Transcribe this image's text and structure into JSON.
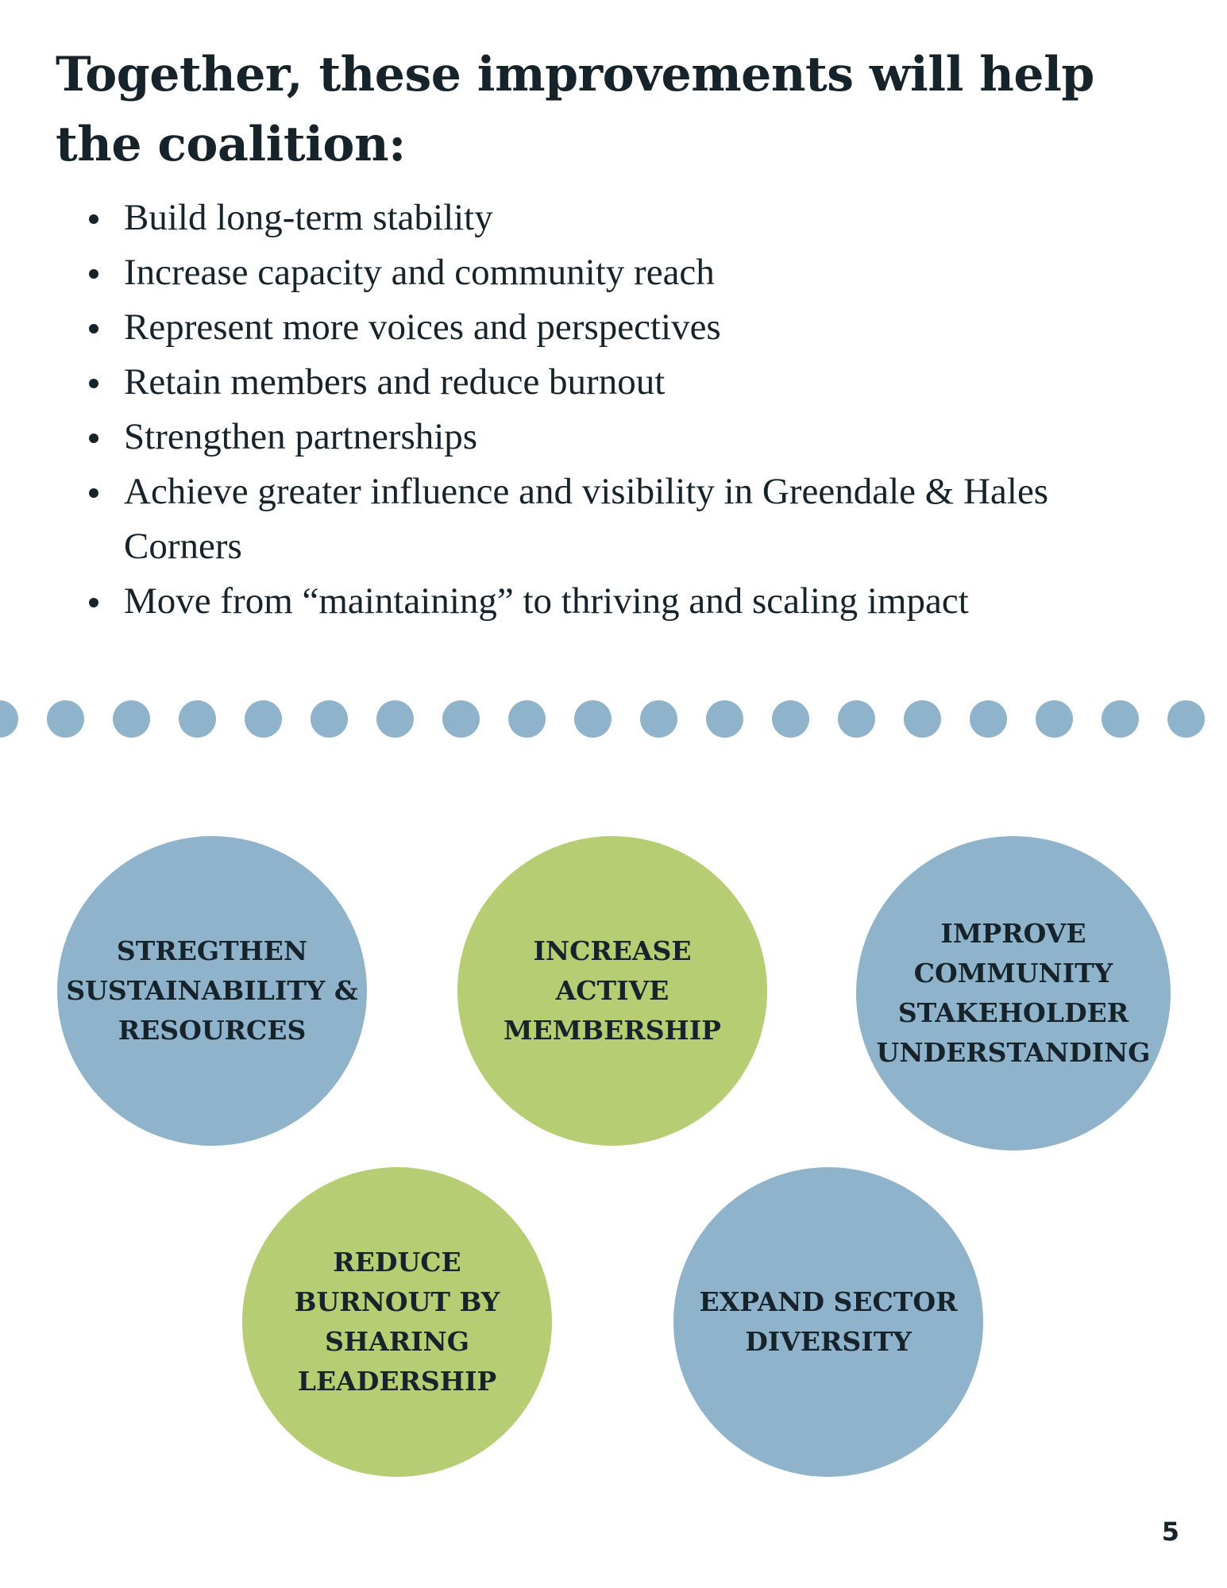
{
  "heading": "Together, these improvements will help the coalition:",
  "bullets": [
    "Build long-term stability",
    "Increase capacity and community reach",
    "Represent more voices and perspectives",
    "Retain members and reduce burnout",
    "Strengthen partnerships",
    "Achieve greater influence and visibility in Greendale & Hales Corners",
    "Move from “maintaining” to thriving and scaling impact"
  ],
  "colors": {
    "blue": "#8fb3cb",
    "green": "#b6cd73",
    "text": "#16232a"
  },
  "circles": [
    {
      "label": "STREGTHEN\nSUSTAINABILITY &\nRESOURCES",
      "color": "blue"
    },
    {
      "label": "INCREASE\nACTIVE\nMEMBERSHIP",
      "color": "green"
    },
    {
      "label": "IMPROVE\nCOMMUNITY\nSTAKEHOLDER\nUNDERSTANDING",
      "color": "blue"
    },
    {
      "label": "REDUCE\nBURNOUT BY\nSHARING\nLEADERSHIP",
      "color": "green"
    },
    {
      "label": "EXPAND SECTOR\nDIVERSITY",
      "color": "blue"
    }
  ],
  "page_number": "5"
}
